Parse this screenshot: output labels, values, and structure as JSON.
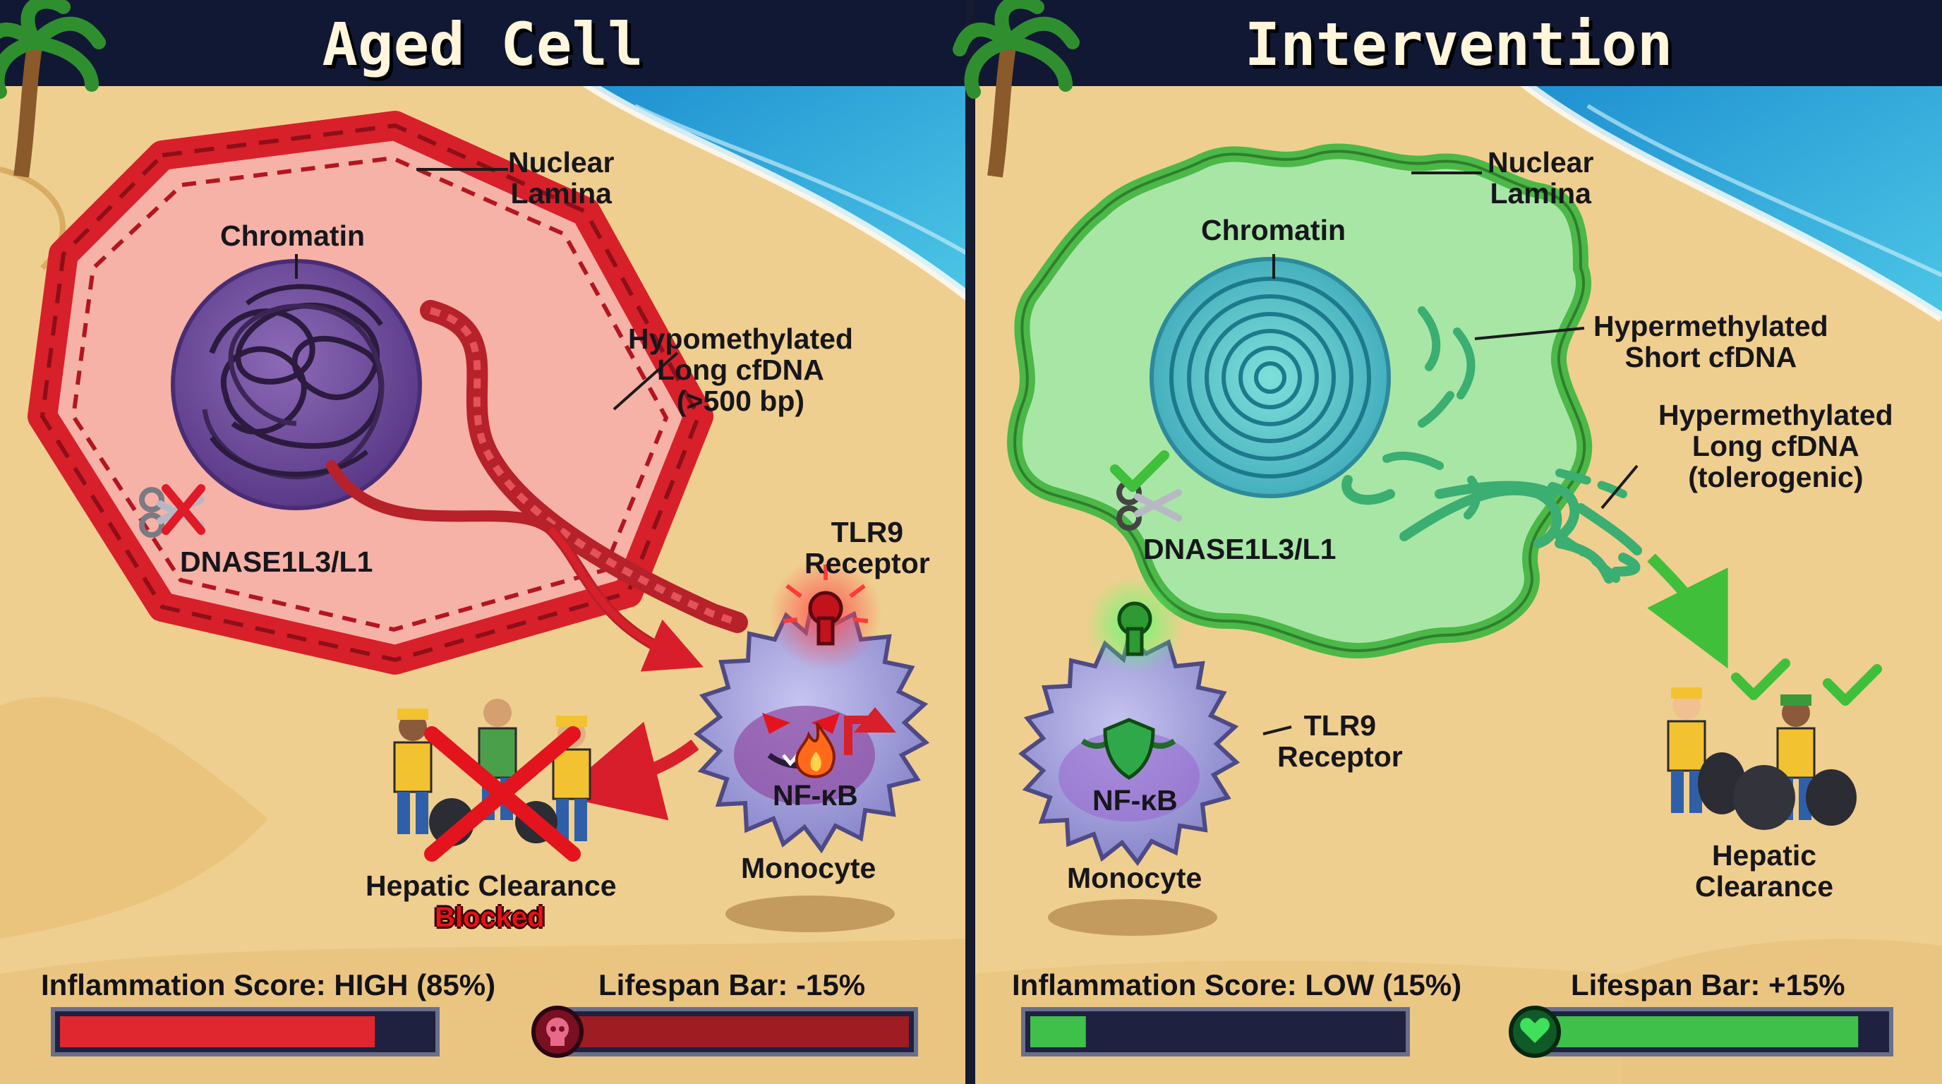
{
  "panels": {
    "left": {
      "title": "Aged Cell",
      "labels": {
        "nuclear_lamina": [
          "Nuclear",
          "Lamina"
        ],
        "chromatin": "Chromatin",
        "cfdna": [
          "Hypomethylated",
          "Long cfDNA",
          "(>500 bp)"
        ],
        "enzyme": "DNASE1L3/L1",
        "receptor": [
          "TLR9",
          "Receptor"
        ],
        "nfkb": "NF-κB",
        "monocyte": "Monocyte",
        "clearance": "Hepatic Clearance",
        "clearance_status": "Blocked"
      },
      "inflammation": {
        "label": "Inflammation Score: HIGH (85%)",
        "level": 0.85,
        "color": "#e0262e"
      },
      "lifespan": {
        "label": "Lifespan Bar: -15%",
        "change": -0.15,
        "color": "#9e1c22",
        "icon": "skull-icon"
      }
    },
    "right": {
      "title": "Intervention",
      "labels": {
        "nuclear_lamina": [
          "Nuclear",
          "Lamina"
        ],
        "chromatin": "Chromatin",
        "short_cfdna": [
          "Hypermethylated",
          "Short cfDNA"
        ],
        "long_cfdna": [
          "Hypermethylated",
          "Long cfDNA",
          "(tolerogenic)"
        ],
        "enzyme": "DNASE1L3/L1",
        "receptor": [
          "TLR9",
          "Receptor"
        ],
        "nfkb": "NF-κB",
        "monocyte": "Monocyte",
        "clearance": [
          "Hepatic",
          "Clearance"
        ]
      },
      "inflammation": {
        "label": "Inflammation Score: LOW (15%)",
        "level": 0.15,
        "color": "#3fc04a"
      },
      "lifespan": {
        "label": "Lifespan Bar: +15%",
        "change": 0.15,
        "color": "#3fc04a",
        "icon": "heart-icon"
      }
    }
  },
  "colors": {
    "header_bg": "#111833",
    "sand": "#efcf8f",
    "ocean": "#2aa8d8",
    "aged_membrane": "#d8202a",
    "aged_nucleus_fill": "#f6b2a6",
    "healthy_membrane": "#4bb848",
    "healthy_nucleus_fill": "#a8e6a6",
    "monocyte": "#a9a6e0"
  }
}
